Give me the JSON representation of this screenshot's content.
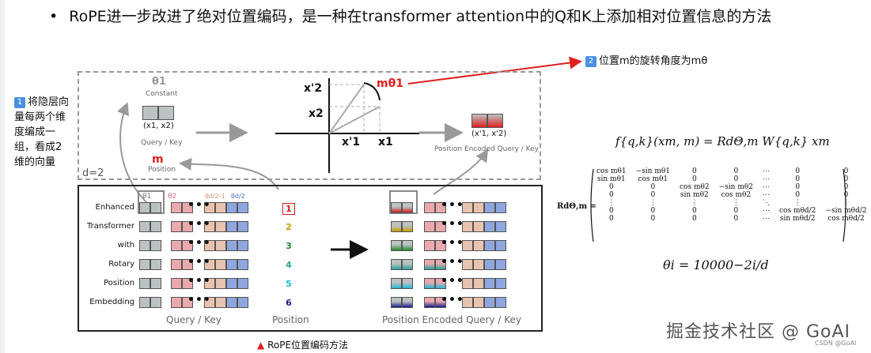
{
  "bullet": {
    "text": "RoPE进一步改进了绝对位置编码，是一种在transformer attention中的Q和K上添加相对位置信息的方法"
  },
  "notes": {
    "top_badge": "2",
    "top": "位置m的旋转角度为mθ",
    "left_badge": "1",
    "left": "将隐层向量每两个维度编成一组，看成2维的向量"
  },
  "diagram": {
    "theta_label": "θ1",
    "constant_label": "Constant",
    "qk_pair": "(x1, x2)",
    "qk_label": "Query / Key",
    "m_label": "m",
    "position_label": "Position",
    "d_label": "d=2",
    "x2p": "x'2",
    "x2": "x2",
    "x1p": "x'1",
    "x1": "x1",
    "m_theta": "mθ1",
    "encoded_pair": "(x'1, x'2)",
    "encoded_label": "Position Encoded Query / Key"
  },
  "table": {
    "col_headers": [
      "θ1",
      "θ2",
      "θd/2-1",
      "θd/2"
    ],
    "rows": [
      {
        "label": "Enhanced",
        "pos": "1"
      },
      {
        "label": "Transformer",
        "pos": "2"
      },
      {
        "label": "with",
        "pos": "3"
      },
      {
        "label": "Rotary",
        "pos": "4"
      },
      {
        "label": "Position",
        "pos": "5"
      },
      {
        "label": "Embedding",
        "pos": "6"
      }
    ],
    "footer_qk": "Query / Key",
    "footer_pos": "Position",
    "footer_enc": "Position Encoded Query / Key"
  },
  "formulas": {
    "main": "f{q,k}(xm, m) = RdΘ,m W{q,k} xm",
    "matrix_label": "RdΘ,m =",
    "matrix": [
      [
        "cos mθ1",
        "−sin mθ1",
        "0",
        "0",
        "⋯",
        "0",
        "0"
      ],
      [
        "sin mθ1",
        "cos mθ1",
        "0",
        "0",
        "⋯",
        "0",
        "0"
      ],
      [
        "0",
        "0",
        "cos mθ2",
        "−sin mθ2",
        "⋯",
        "0",
        "0"
      ],
      [
        "0",
        "0",
        "sin mθ2",
        "cos mθ2",
        "⋯",
        "0",
        "0"
      ],
      [
        "⋮",
        "⋮",
        "⋮",
        "⋮",
        "⋱",
        "⋮",
        "⋮"
      ],
      [
        "0",
        "0",
        "0",
        "0",
        "⋯",
        "cos mθd/2",
        "−sin mθd/2"
      ],
      [
        "0",
        "0",
        "0",
        "0",
        "⋯",
        "sin mθd/2",
        "cos mθd/2"
      ]
    ],
    "theta_def": "θi = 10000−2i/d"
  },
  "caption": "RoPE位置编码方法",
  "watermark": "掘金技术社区 @ GoAI",
  "watermark_small": "CSDN @GoAI",
  "colors": {
    "accent_red": "#e02020",
    "pos_colors": [
      "#d02020",
      "#c8a000",
      "#1e8a2e",
      "#2aa198",
      "#22b8d8",
      "#1a1a8a"
    ]
  }
}
